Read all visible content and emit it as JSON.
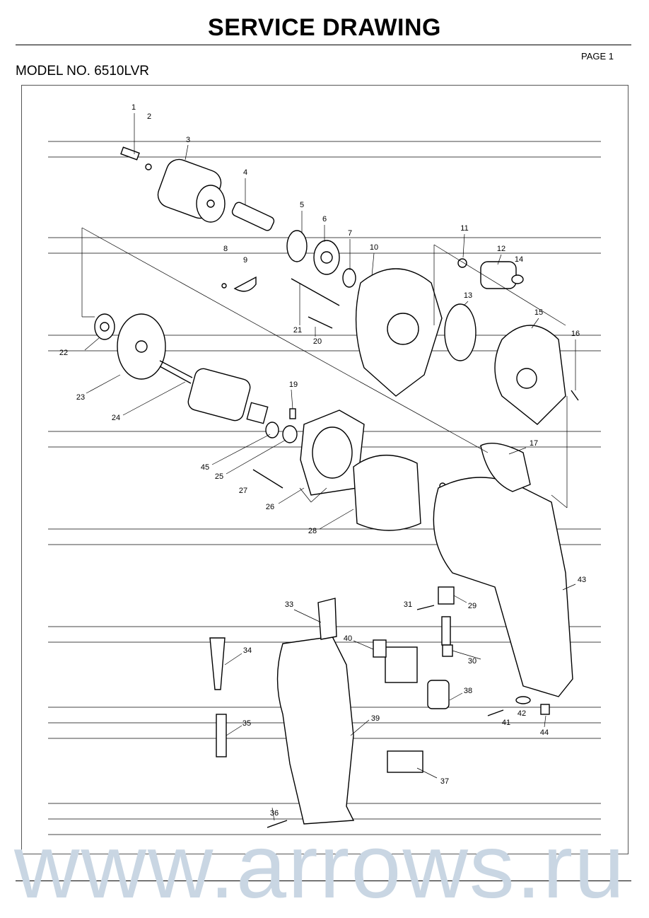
{
  "header": {
    "title": "SERVICE DRAWING",
    "page": "PAGE 1",
    "model": "MODEL NO. 6510LVR"
  },
  "watermark": "www.arrows.ru",
  "parts": [
    "1",
    "2",
    "3",
    "4",
    "5",
    "6",
    "7",
    "8",
    "9",
    "10",
    "11",
    "12",
    "13",
    "14",
    "15",
    "16",
    "17",
    "19",
    "20",
    "21",
    "22",
    "23",
    "24",
    "25",
    "26",
    "27",
    "28",
    "29",
    "30",
    "31",
    "33",
    "34",
    "35",
    "36",
    "37",
    "38",
    "39",
    "40",
    "41",
    "42",
    "43",
    "44",
    "45"
  ]
}
